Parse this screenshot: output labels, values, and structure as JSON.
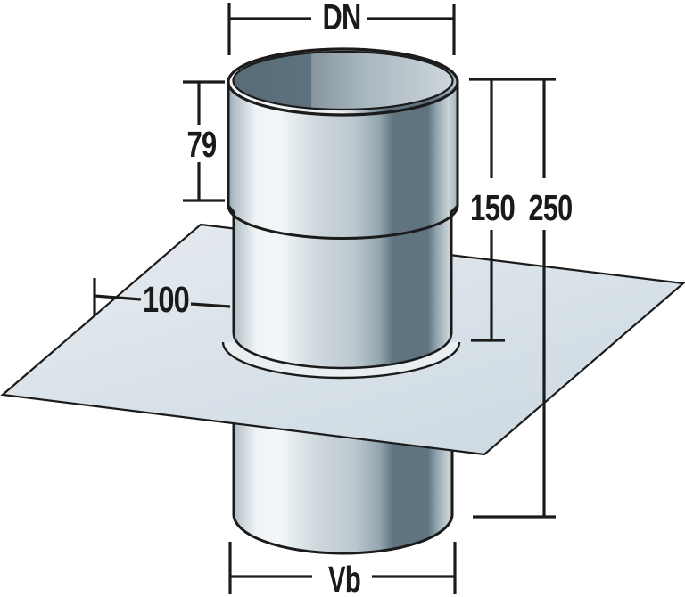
{
  "diagram": {
    "description_labels": {
      "dn": "DN",
      "upper_section_height": "79",
      "rim_to_plate_height": "150",
      "rim_to_bottom_height": "250",
      "plate_edge_offset": "100",
      "vb": "Vb"
    },
    "colors": {
      "outline": "#1b1b1b",
      "background": "#ffffff",
      "plate_light": "#e7ecf0",
      "plate_dark": "#cdd9e2",
      "pipe_highlight": "#f4f7f8",
      "pipe_shadow_band": "#5f747f",
      "pipe_mid": "#bcc8cf",
      "pipe_edge": "#8ba0ab",
      "top_face_dark": "#5a6f7a",
      "top_face_light": "#cdd6db",
      "collar_fill": "#e9eef1"
    }
  }
}
